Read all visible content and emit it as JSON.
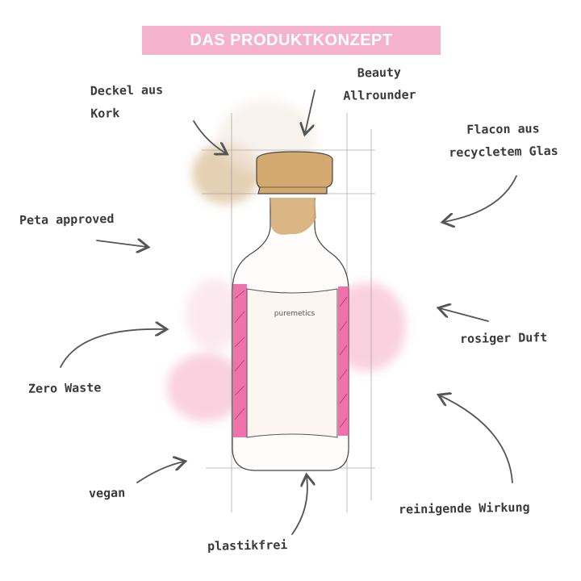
{
  "title": "DAS PRODUKTKONZEPT",
  "product": {
    "brand": "puremetics"
  },
  "labels": {
    "deckel": [
      "Deckel aus",
      "Kork"
    ],
    "beauty": [
      "Beauty",
      "Allrounder"
    ],
    "flacon": [
      "Flacon aus",
      "recycletem Glas"
    ],
    "peta": "Peta approved",
    "duft": "rosiger Duft",
    "zero": "Zero Waste",
    "vegan": "vegan",
    "wirkung": "reinigende Wirkung",
    "plastik": "plastikfrei"
  },
  "colors": {
    "title_bg": "#f5b3cb",
    "cork": "#d4a96f",
    "pink": "#ec5b9b",
    "watercolor_pink": "#f7c6d6"
  }
}
